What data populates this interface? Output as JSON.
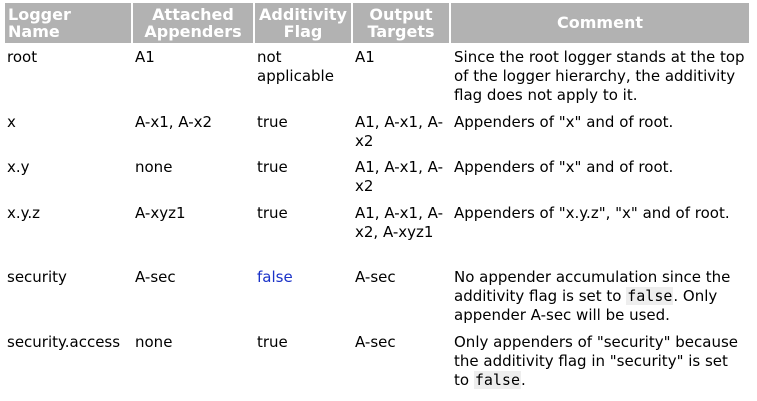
{
  "table": {
    "headers": {
      "logger_name": "Logger Name",
      "attached_appenders": "Attached Appenders",
      "additivity_flag": "Additivity Flag",
      "output_targets": "Output Targets",
      "comment": "Comment"
    },
    "header_color": "#b2b2b2",
    "false_color": "#1a32c8",
    "rows": [
      {
        "logger_name": "root",
        "attached_appenders": "A1",
        "additivity_flag": "not applicable",
        "output_targets": "A1",
        "comment": "Since the root logger stands at the top of the logger hierarchy, the additivity flag does not apply to it."
      },
      {
        "logger_name": "x",
        "attached_appenders": "A-x1, A-x2",
        "additivity_flag": "true",
        "output_targets": "A1, A-x1, A-x2",
        "comment": "Appenders of \"x\" and of root."
      },
      {
        "logger_name": "x.y",
        "attached_appenders": "none",
        "additivity_flag": "true",
        "output_targets": "A1, A-x1, A-x2",
        "comment": "Appenders of \"x\" and of root."
      },
      {
        "logger_name": "x.y.z",
        "attached_appenders": "A-xyz1",
        "additivity_flag": "true",
        "output_targets": "A1, A-x1, A-x2, A-xyz1",
        "comment": "Appenders of \"x.y.z\", \"x\" and of root."
      },
      {
        "logger_name": "security",
        "attached_appenders": "A-sec",
        "additivity_flag": "false",
        "output_targets": "A-sec",
        "comment_parts": {
          "before": "No appender accumulation since the additivity flag is set to ",
          "code": "false",
          "after": ". Only appender A-sec will be used."
        }
      },
      {
        "logger_name": "security.access",
        "attached_appenders": "none",
        "additivity_flag": "true",
        "output_targets": "A-sec",
        "comment_parts": {
          "before": "Only appenders of \"security\" because the additivity flag in \"security\" is set to ",
          "code": "false",
          "after": "."
        }
      }
    ]
  }
}
